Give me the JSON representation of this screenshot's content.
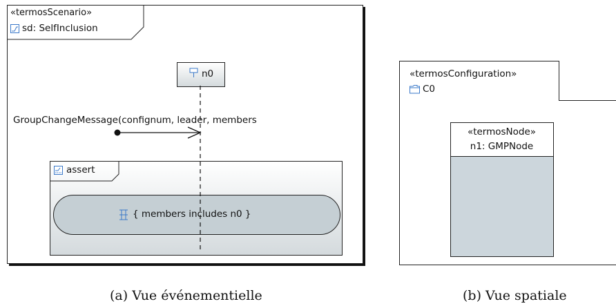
{
  "scenario": {
    "stereotype": "«termosScenario»",
    "label": "sd: SelfInclusion",
    "lifeline": {
      "name": "n0"
    },
    "message": {
      "label": "GroupChangeMessage(confignum, leader, members"
    },
    "fragment": {
      "operator": "assert",
      "state_invariant": "{ members includes n0 }"
    }
  },
  "configuration": {
    "stereotype": "«termosConfiguration»",
    "name": "C0",
    "node": {
      "stereotype": "«termosNode»",
      "label": "n1: GMPNode"
    }
  },
  "captions": {
    "left": "(a) Vue événementielle",
    "right": "(b) Vue spatiale"
  },
  "colors": {
    "icon_blue": "#3a78c9",
    "node_fill": "#ccd6dc",
    "invariant_fill": "#c5cfd4"
  }
}
